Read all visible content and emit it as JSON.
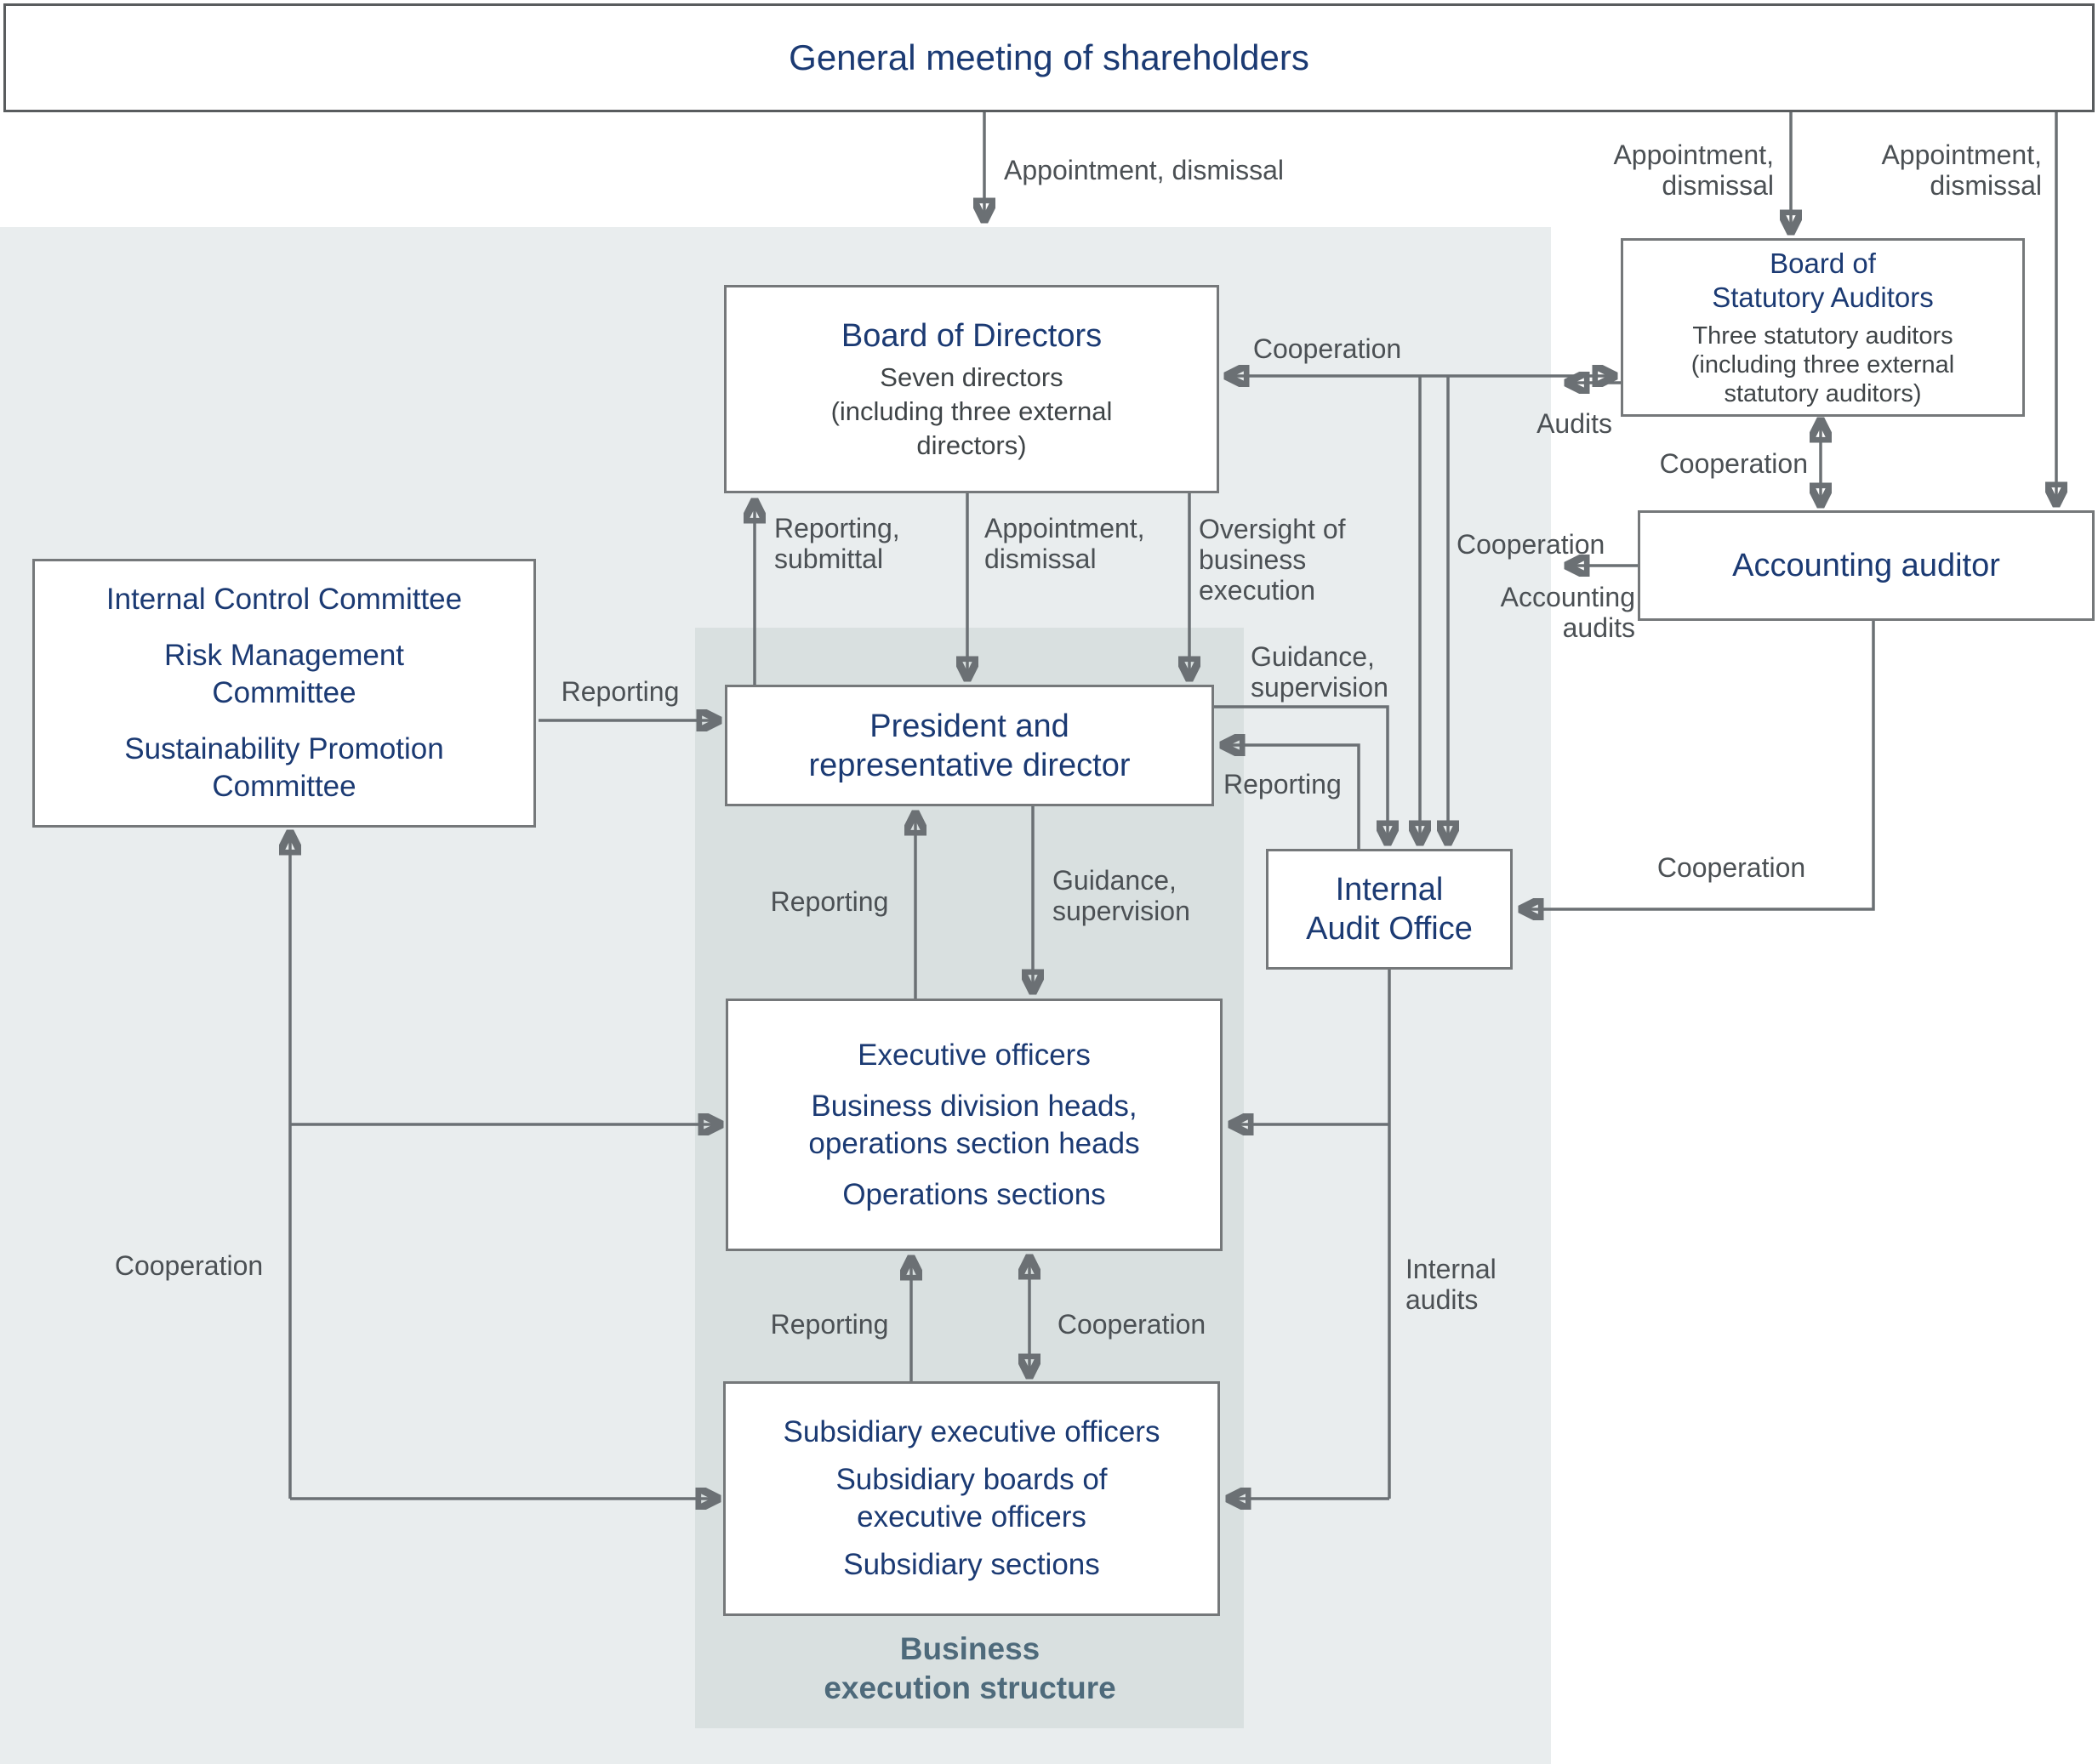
{
  "boxes": {
    "general_meeting": {
      "title": "General meeting of shareholders"
    },
    "board_of_directors": {
      "title": "Board of Directors",
      "body": "Seven directors\n(including three external\ndirectors)"
    },
    "statutory_auditors": {
      "title": "Board of\nStatutory Auditors",
      "body": "Three statutory auditors\n(including three external\nstatutory auditors)"
    },
    "accounting_auditor": {
      "title": "Accounting auditor"
    },
    "committees": {
      "item1": "Internal Control Committee",
      "item2": "Risk Management\nCommittee",
      "item3": "Sustainability Promotion\nCommittee"
    },
    "president": {
      "title": "President and\nrepresentative director"
    },
    "internal_audit_office": {
      "title": "Internal\nAudit Office"
    },
    "executive_officers": {
      "line1": "Executive officers",
      "line2": "Business division heads,\noperations section heads",
      "line3": "Operations sections"
    },
    "subsidiaries": {
      "line1": "Subsidiary executive officers",
      "line2": "Subsidiary boards of\nexecutive officers",
      "line3": "Subsidiary sections"
    }
  },
  "labels": {
    "gm_to_company": "Appointment, dismissal",
    "gm_to_statutory": "Appointment,\ndismissal",
    "gm_to_accounting": "Appointment,\ndismissal",
    "coop_bod_statutory": "Cooperation",
    "coop_statutory_iao": "Cooperation",
    "audits": "Audits",
    "coop_statutory_accounting": "Cooperation",
    "accounting_audits": "Accounting\naudits",
    "coop_accounting_iao": "Cooperation",
    "reporting_submittal": "Reporting,\nsubmittal",
    "appointment_dismissal_bod": "Appointment,\ndismissal",
    "oversight": "Oversight of\nbusiness\nexecution",
    "reporting_committee": "Reporting",
    "guidance_iao": "Guidance,\nsupervision",
    "reporting_iao": "Reporting",
    "reporting_exec_president": "Reporting",
    "guidance_president_exec": "Guidance,\nsupervision",
    "cooperation_left": "Cooperation",
    "internal_audits": "Internal\naudits",
    "reporting_subsid_exec": "Reporting",
    "coop_exec_subsid": "Cooperation",
    "business_execution_structure": "Business\nexecution structure"
  }
}
